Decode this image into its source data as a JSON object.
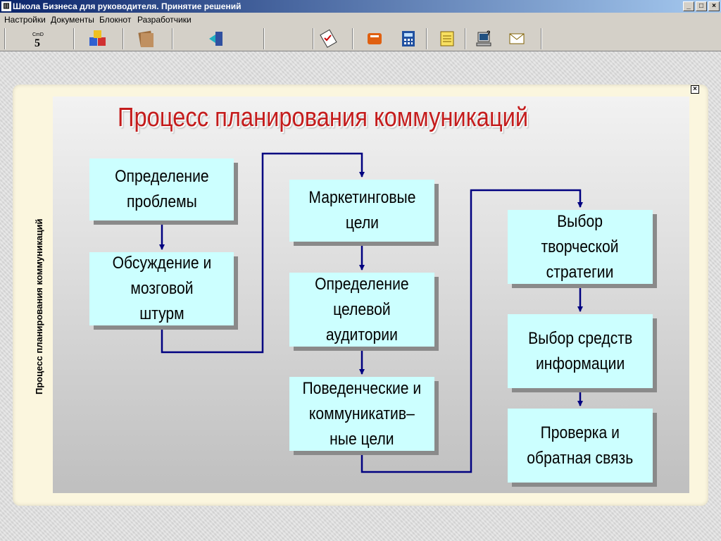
{
  "window": {
    "title": "Школа Бизнеса для руководителя. Принятие решений"
  },
  "menu": [
    "Настройки",
    "Документы",
    "Блокнот",
    "Разработчики"
  ],
  "toolbar_icons": [
    "cmd5-icon",
    "blocks-icon",
    "folders-icon",
    "exit-door-icon",
    "checklist-icon",
    "book-icon",
    "calculator-icon",
    "notes-icon",
    "computer-help-icon",
    "mail-icon"
  ],
  "side_label": "Процесс планирования коммуникаций",
  "slide": {
    "title": "Процесс планирования коммуникаций",
    "boxes": [
      "Определение\nпроблемы",
      "Обсуждение и\nмозговой\nштурм",
      "Маркетинговые\nцели",
      "Определение\nцелевой\nаудитории",
      "Поведенческие и\nкоммуникатив–\nные цели",
      "Выбор\nтворческой\nстратегии",
      "Выбор средств\nинформации",
      "Проверка и\nобратная связь"
    ]
  },
  "colors": {
    "title": "#c41c1c",
    "box": "#ccffff",
    "arrow": "#000080"
  }
}
